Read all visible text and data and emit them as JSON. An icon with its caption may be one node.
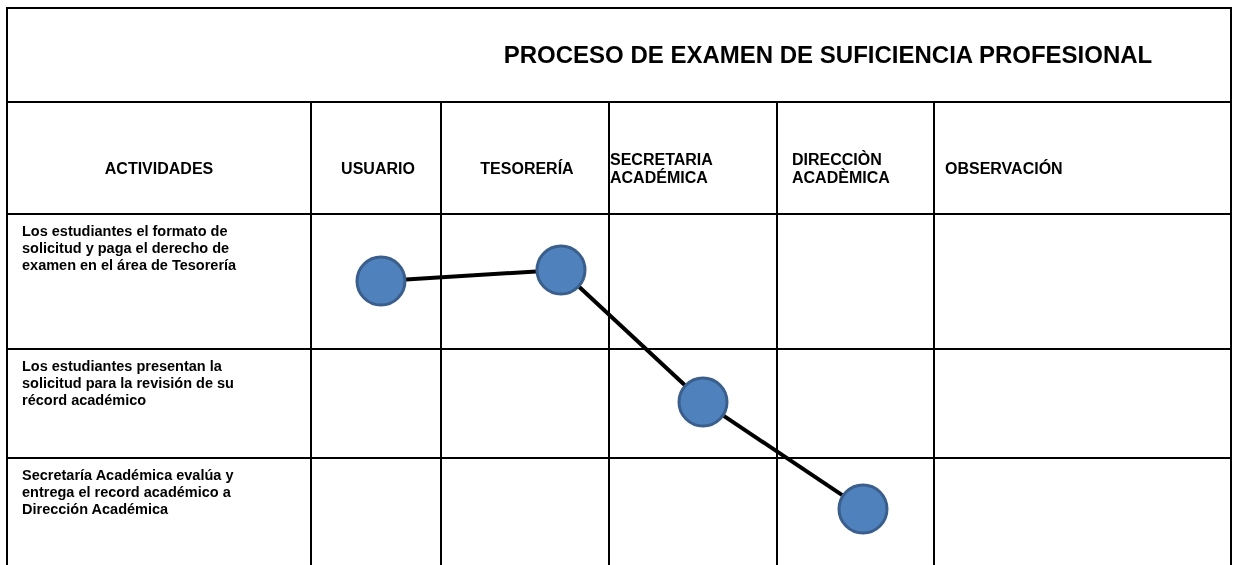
{
  "diagram": {
    "title": "PROCESO DE EXAMEN DE SUFICIENCIA PROFESIONAL",
    "nodes": [
      {
        "text": [],
        "shape": "circle"
      },
      {
        "text": [],
        "shape": "circle"
      },
      {
        "text": [],
        "shape": "circle"
      },
      {
        "text": [],
        "shape": "circle"
      }
    ],
    "edges": [
      {
        "from": 0,
        "to": 1,
        "arrow": "none"
      },
      {
        "from": 1,
        "to": 2,
        "arrow": "none"
      },
      {
        "from": 2,
        "to": 3,
        "arrow": "none"
      }
    ],
    "labels": [
      "ACTIVIDADES",
      "USUARIO",
      "TESORERÍA",
      "SECRETARIA ACADÉMICA",
      "DIRECCIÒN ACADÈMICA",
      "OBSERVACIÓN",
      "Los estudiantes el formato de solicitud y paga el derecho de examen en el área de Tesorería",
      "Los estudiantes presentan la solicitud para la revisión de su récord académico",
      "Secretaría Académica evalúa y entrega el record académico a Dirección Académica"
    ]
  }
}
